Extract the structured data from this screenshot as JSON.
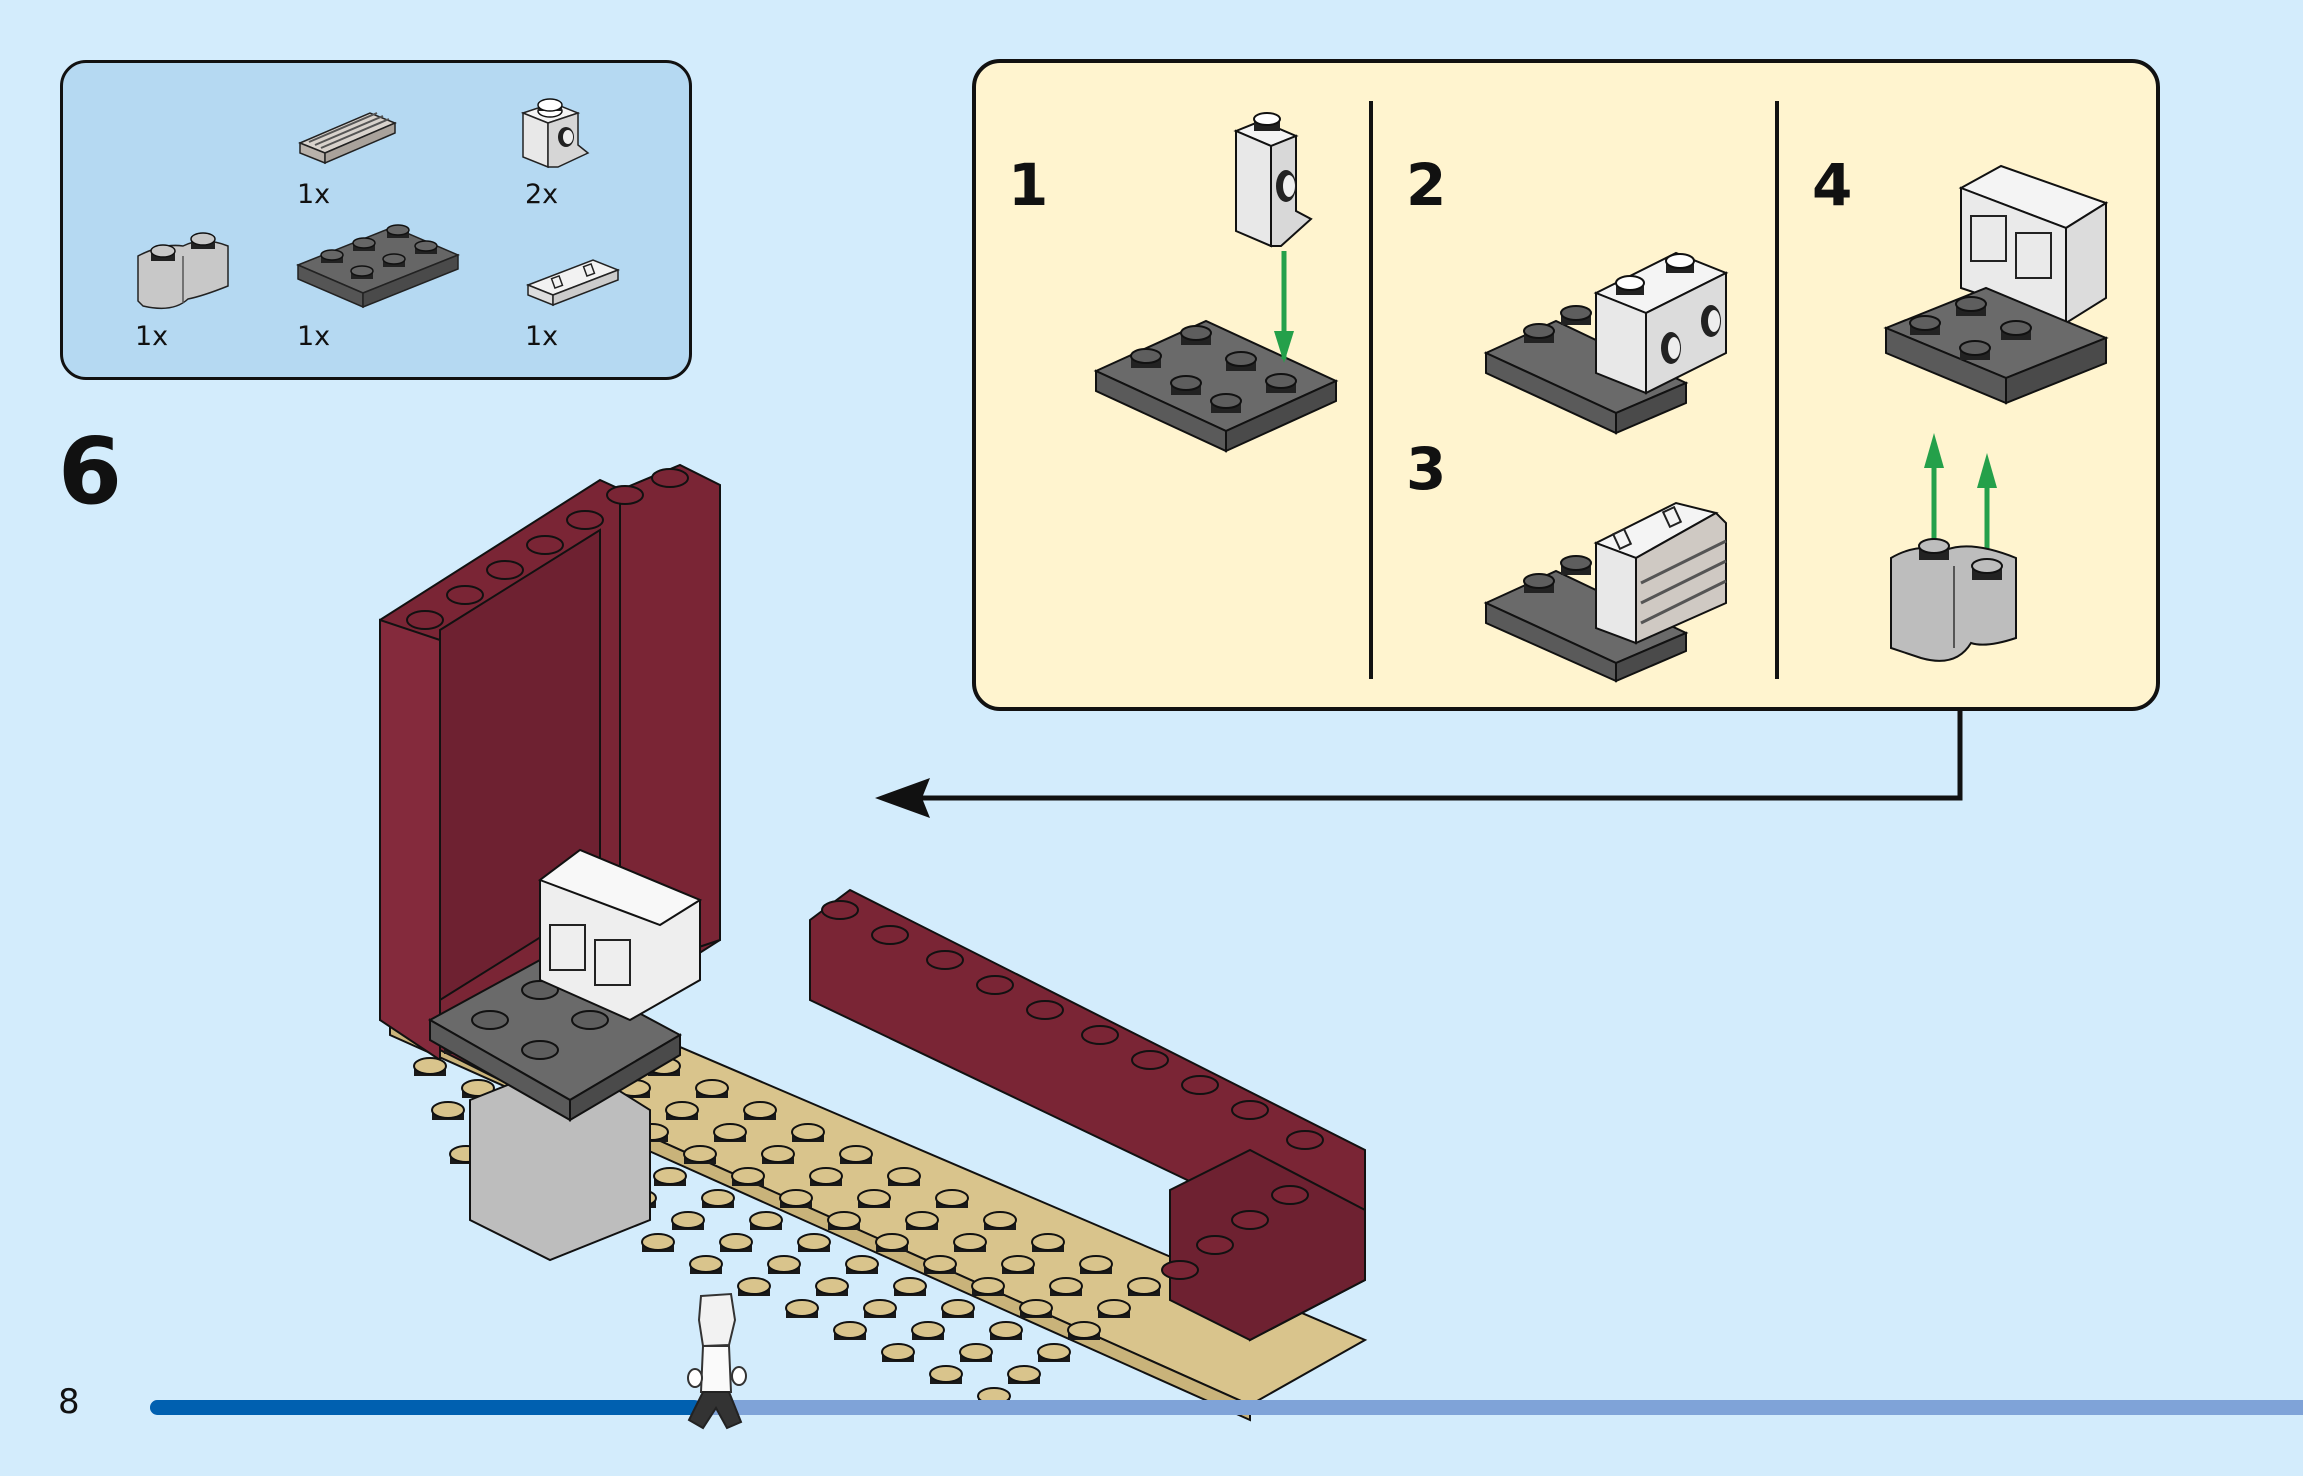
{
  "page": {
    "page_number": "8",
    "step_number": "6",
    "progress": {
      "fraction": 0.255
    }
  },
  "parts_list": {
    "items": [
      {
        "name": "grille-tile-1x2",
        "quantity": "1x",
        "color": "light-gray"
      },
      {
        "name": "headlight-brick-1x1",
        "quantity": "2x",
        "color": "white"
      },
      {
        "name": "round-brick-1x2",
        "quantity": "1x",
        "color": "light-gray"
      },
      {
        "name": "plate-2x3",
        "quantity": "1x",
        "color": "dark-gray"
      },
      {
        "name": "printed-tile-1x2",
        "quantity": "1x",
        "color": "white"
      }
    ]
  },
  "sub_assembly": {
    "steps": [
      {
        "number": "1"
      },
      {
        "number": "2"
      },
      {
        "number": "3"
      },
      {
        "number": "4"
      }
    ]
  },
  "colors": {
    "background": "#d3ecfc",
    "parts_panel": "#b5d9f2",
    "callout": "#fff4cf",
    "wall": "#7a2535",
    "baseplate": "#d9c48c",
    "dark_gray": "#5a5a5a",
    "light_gray": "#bdbdbd",
    "arrow_green": "#24a04a",
    "progress_done": "#0060b0",
    "progress_remaining": "#7fa3d8"
  },
  "icons": {
    "progress_marker": "minifigure-walking-icon",
    "callout_arrow": "arrow-left-icon"
  }
}
